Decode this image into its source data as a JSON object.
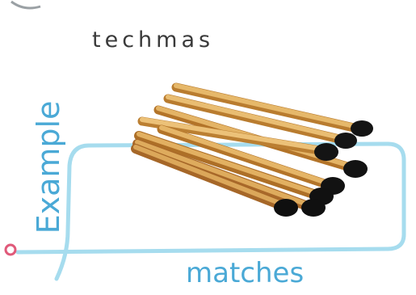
{
  "exercise": {
    "section_label": "Example",
    "scrambled_word": "techmas",
    "answer_word": "matches",
    "picture_icon": "matches-bundle-icon"
  },
  "colors": {
    "accent_blue": "#4aa9d6",
    "frame_blue": "#9fd9ec",
    "marker_pink": "#e05a7a",
    "text_dark": "#3a3a3a"
  }
}
